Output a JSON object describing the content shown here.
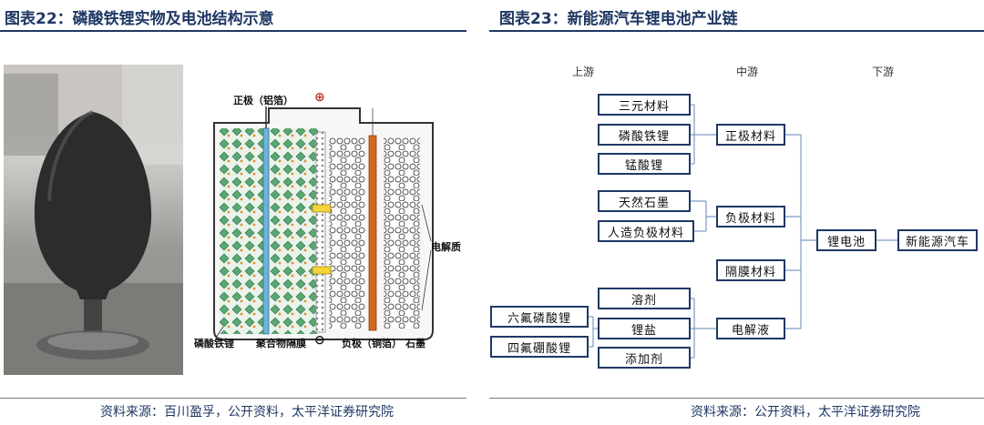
{
  "left_panel": {
    "title": "图表22：磷酸铁锂实物及电池结构示意",
    "source": "资料来源：百川盈孚，公开资料，太平洋证券研究院",
    "battery_labels": {
      "positive": "正极（铝箔）",
      "plus_symbol": "⊕",
      "electrolyte": "电解质",
      "lfp": "磷酸铁锂",
      "separator": "聚合物隔膜",
      "minus_symbol": "⊖",
      "negative": "负极（铜箔）",
      "graphite": "石墨"
    }
  },
  "right_panel": {
    "title": "图表23：新能源汽车锂电池产业链",
    "source": "资料来源：公开资料，太平洋证券研究院",
    "headers": {
      "upstream": "上游",
      "midstream": "中游",
      "downstream": "下游"
    },
    "nodes": {
      "ncm": "三元材料",
      "lfp": "磷酸铁锂",
      "lmo": "锰酸锂",
      "graphite": "天然石墨",
      "artificial_anode": "人造负极材料",
      "lipf6": "六氟磷酸锂",
      "libf4": "四氟硼酸锂",
      "solvent": "溶剂",
      "lithium_salt": "锂盐",
      "additive": "添加剂",
      "cathode": "正极材料",
      "anode": "负极材料",
      "separator": "隔膜材料",
      "electrolyte": "电解液",
      "battery": "锂电池",
      "nev": "新能源汽车"
    }
  },
  "colors": {
    "accent": "#1f3864",
    "foil_positive": "#6fb4d6",
    "foil_negative": "#d2691e"
  }
}
